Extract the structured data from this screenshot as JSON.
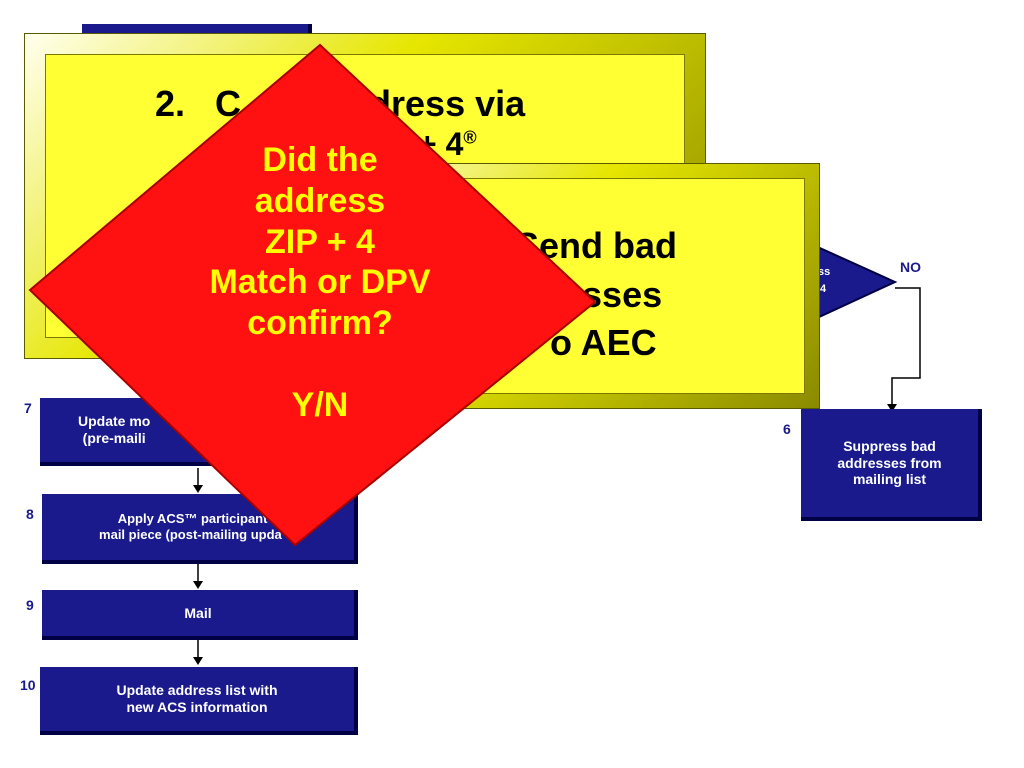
{
  "flow": {
    "steps": [
      {
        "number": "7",
        "label": "Update mo\n(pre-maili"
      },
      {
        "number": "8",
        "label": "Apply ACS™ participant c\nmail piece (post-mailing upda  e)"
      },
      {
        "number": "9",
        "label": "Mail"
      },
      {
        "number": "10",
        "label": "Update address list with\nnew ACS information"
      },
      {
        "number": "6",
        "label": "Suppress bad\naddresses from\nmailing list"
      }
    ],
    "no_label": "NO",
    "hidden_diamond_text_1": "ss",
    "hidden_diamond_text_2": "4"
  },
  "overlays": {
    "card_back": {
      "line1": "2.   C",
      "line1b": "ldress via",
      "line2": "+ 4",
      "reg": "®"
    },
    "card_front": {
      "line1": "Send bad",
      "line2": "esses",
      "line3": "o AEC"
    },
    "decision": {
      "text": "Did the\naddress\nZIP + 4\nMatch or DPV\nconfirm?\n\nY/N"
    }
  },
  "colors": {
    "navy": "#1a1a8c",
    "yellow": "#ffff33",
    "red": "#ff1111",
    "decision_text": "#ffff00"
  }
}
